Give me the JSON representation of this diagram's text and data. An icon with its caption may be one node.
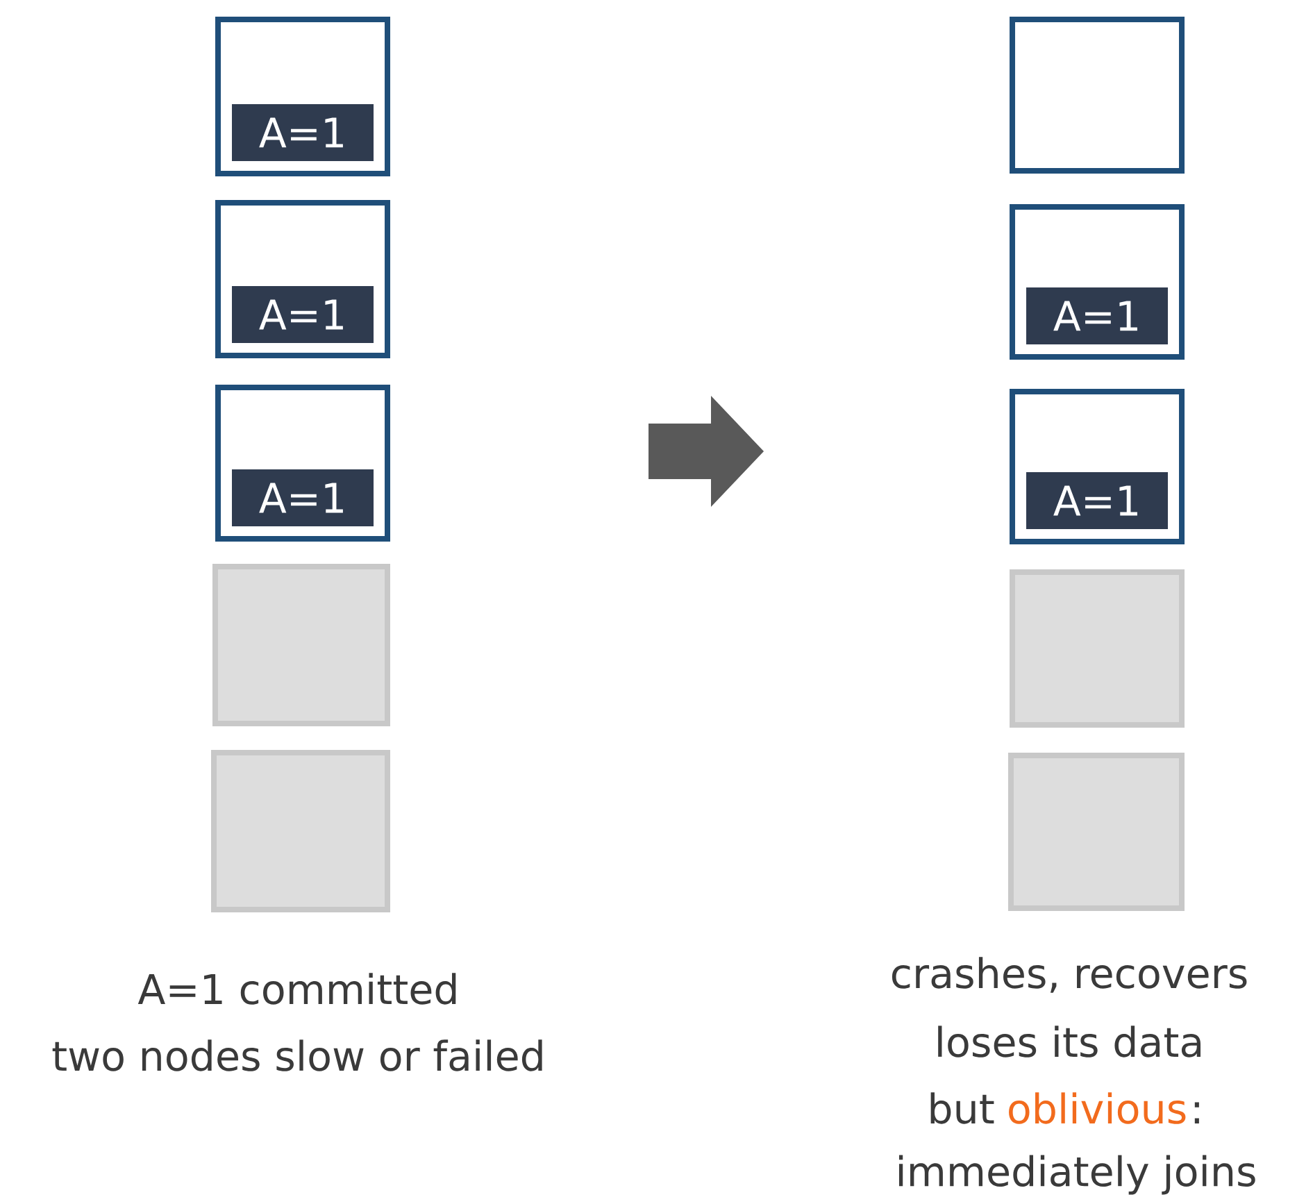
{
  "diagram": {
    "nodes": [
      {
        "text": [],
        "shape": "box"
      },
      {
        "text": [
          "A=1"
        ],
        "in": 0
      },
      {
        "text": [],
        "shape": "box"
      },
      {
        "text": [
          "A=1"
        ],
        "in": 2
      },
      {
        "text": [],
        "shape": "box"
      },
      {
        "text": [
          "A=1"
        ],
        "in": 4
      },
      {
        "text": [],
        "shape": "box"
      },
      {
        "text": [],
        "shape": "box"
      },
      {
        "text": [],
        "shape": "box"
      },
      {
        "text": [],
        "shape": "box"
      },
      {
        "text": [
          "A=1"
        ],
        "in": 9
      },
      {
        "text": [],
        "shape": "box"
      },
      {
        "text": [
          "A=1"
        ],
        "in": 11
      },
      {
        "text": [],
        "shape": "box"
      },
      {
        "text": [],
        "shape": "box"
      }
    ],
    "labels": [
      "A=1 committed",
      "two nodes slow or failed",
      "crashes, recovers",
      "loses its data",
      "but",
      "oblivious",
      ":",
      "immediately joins"
    ]
  }
}
